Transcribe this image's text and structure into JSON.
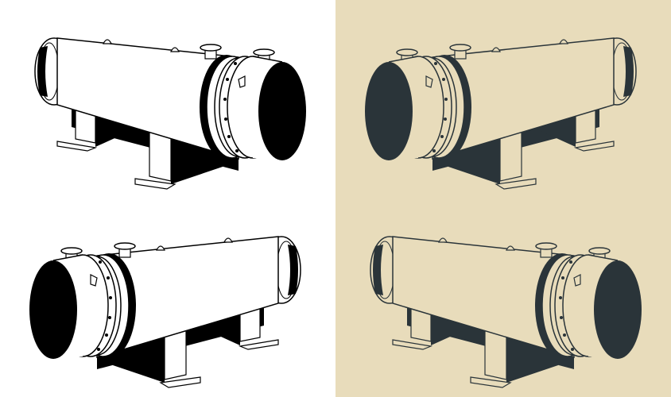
{
  "colors": {
    "left_background": "#ffffff",
    "left_ink": "#000000",
    "right_background": "#e8dcbb",
    "right_ink": "#2a3439"
  },
  "illustrations": [
    {
      "subject": "heat-exchanger",
      "view": "open-flange-right",
      "style": "black-on-white"
    },
    {
      "subject": "heat-exchanger",
      "view": "dome-left",
      "style": "dark-on-beige"
    },
    {
      "subject": "heat-exchanger",
      "view": "dome-left",
      "style": "black-on-white"
    },
    {
      "subject": "heat-exchanger",
      "view": "open-flange-right",
      "style": "dark-on-beige"
    }
  ]
}
